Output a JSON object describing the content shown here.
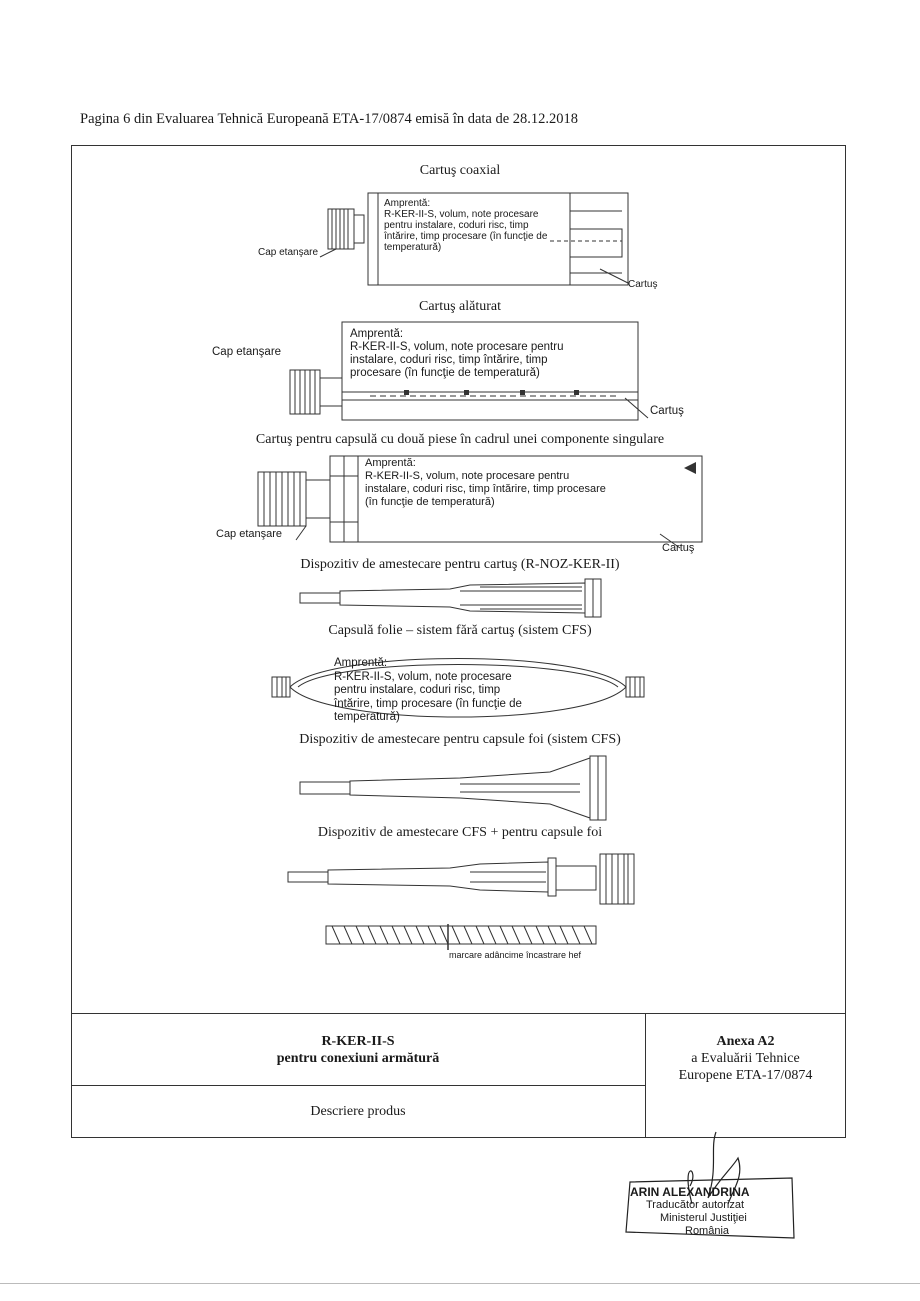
{
  "header": {
    "text": "Pagina 6 din Evaluarea Tehnică Europeană ETA-17/0874 emisă în data de 28.12.2018"
  },
  "figures": {
    "coaxial": {
      "title": "Cartuş coaxial",
      "label_lines": [
        "Amprentă:",
        "R-KER-II-S, volum, note procesare",
        "pentru instalare, coduri risc, timp",
        "întărire, timp procesare (în funcţie de",
        "temperatură)"
      ],
      "cap_label": "Cap etanşare",
      "cartridge_label": "Cartuş"
    },
    "side_by_side": {
      "title": "Cartuş alăturat",
      "label_lines": [
        "Amprentă:",
        "R-KER-II-S, volum, note procesare pentru",
        "instalare, coduri risc, timp întărire, timp",
        "procesare (în funcţie de temperatură)"
      ],
      "cap_label": "Cap etanşare",
      "cartridge_label": "Cartuş"
    },
    "two_piece": {
      "title": "Cartuş pentru capsulă cu două piese în cadrul unei componente singulare",
      "label_lines": [
        "Amprentă:",
        "R-KER-II-S, volum, note procesare pentru",
        "instalare, coduri risc, timp întărire, timp procesare",
        "(în funcţie de temperatură)"
      ],
      "cap_label": "Cap etanşare",
      "cartridge_label": "Cartuş"
    },
    "mixer_cartridge": {
      "title": "Dispozitiv de amestecare pentru cartuş (R-NOZ-KER-II)"
    },
    "foil_capsule": {
      "title": "Capsulă folie – sistem fără cartuş (sistem CFS)",
      "label_lines": [
        "Amprentă:",
        "R-KER-II-S, volum, note procesare",
        "pentru instalare, coduri risc, timp",
        "întărire, timp procesare (în funcţie de",
        "temperatură)"
      ]
    },
    "mixer_cfs": {
      "title": "Dispozitiv de amestecare pentru capsule foi (sistem CFS)"
    },
    "mixer_cfs_plus": {
      "title": "Dispozitiv de amestecare CFS + pentru capsule foi"
    },
    "rebar": {
      "label": "marcare adâncime încastrare hef"
    }
  },
  "footer": {
    "product_name": "R-KER-II-S",
    "product_sub": "pentru conexiuni armătură",
    "section": "Descriere produs",
    "annex_title": "Anexa A2",
    "annex_line1": "a Evaluării Tehnice",
    "annex_line2": "Europene ETA-17/0874"
  },
  "stamp": {
    "line1": "ARIN ALEXANDRINA",
    "line2": "Traducător autorizat",
    "line3": "Ministerul Justiţiei",
    "line4": "România"
  }
}
